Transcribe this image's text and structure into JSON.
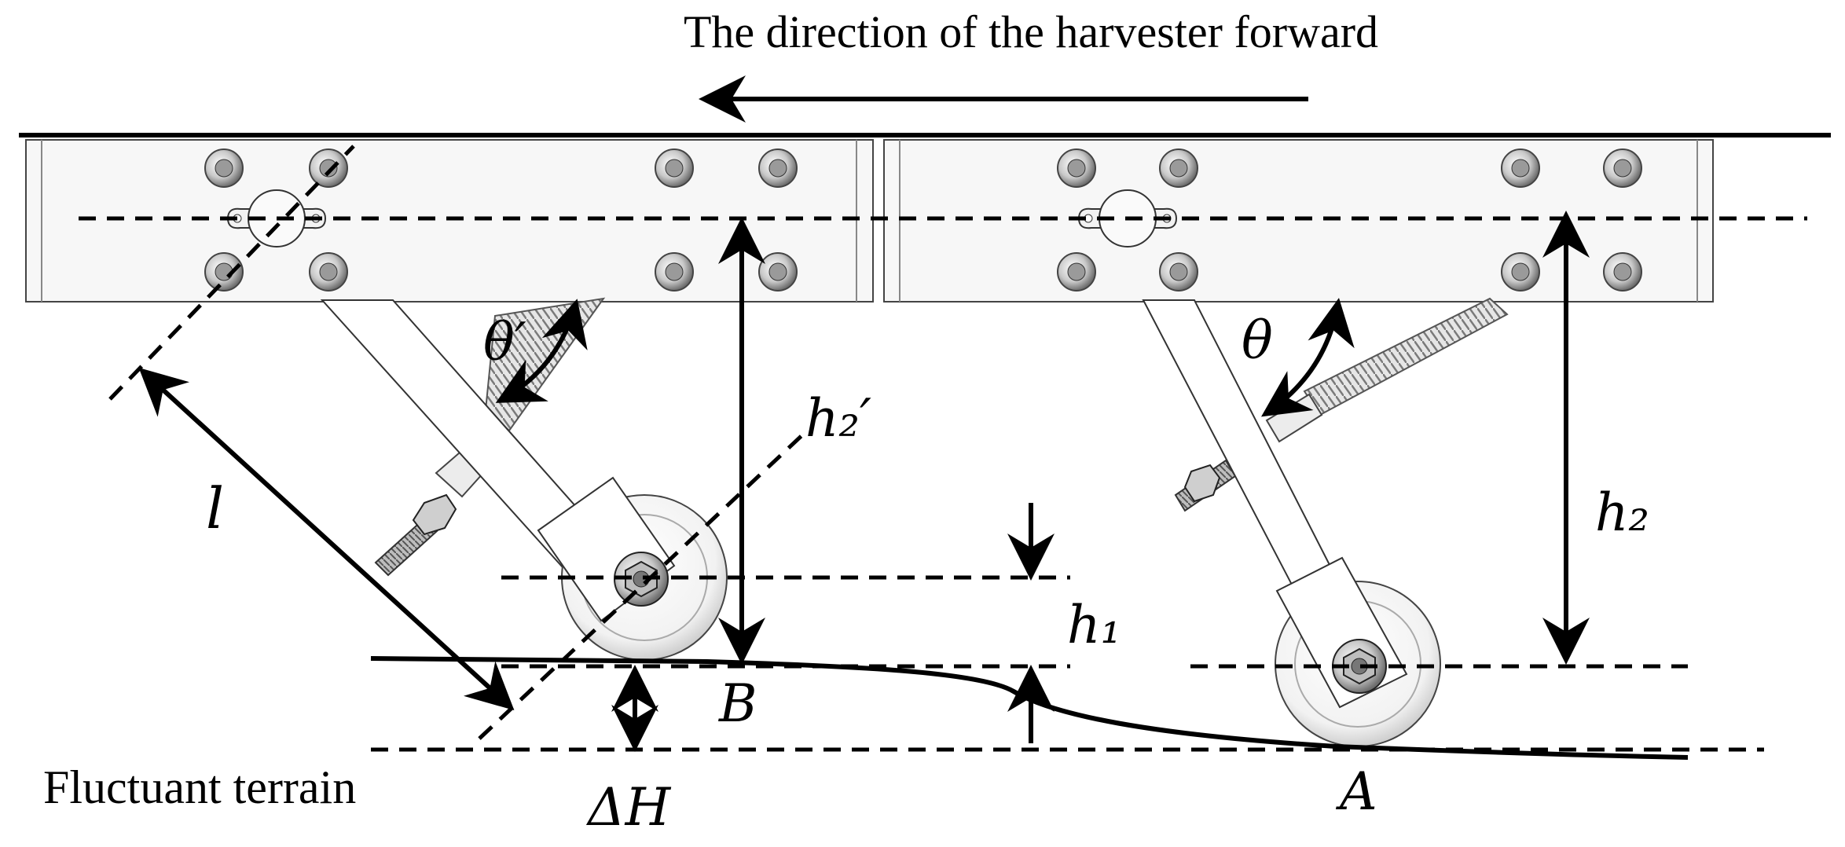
{
  "title": "The direction of the harvester forward",
  "terrain_label": "Fluctuant terrain",
  "symbols": {
    "theta_prime": "θ′",
    "theta": "θ",
    "h2_prime": "h₂′",
    "h2": "h₂",
    "h1": "h₁",
    "l": "l",
    "B": "B",
    "A": "A",
    "delta_H": "ΔH"
  },
  "colors": {
    "line": "#000000",
    "frame_fill": "#f7f7f7",
    "bolt": "#8a8a8a",
    "spring": "#9a9a9a"
  }
}
